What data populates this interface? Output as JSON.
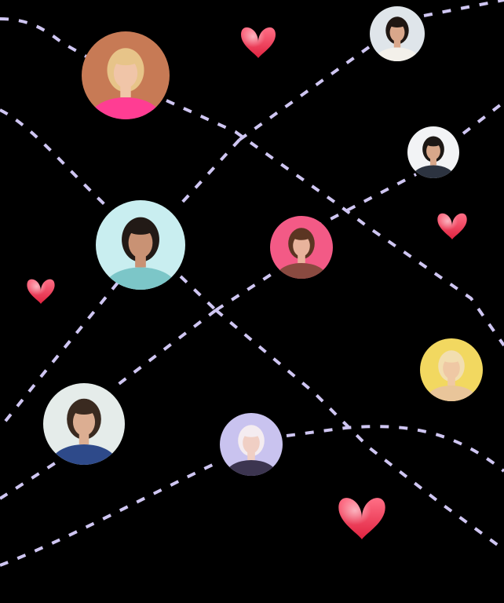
{
  "colors": {
    "background": "#000000",
    "connector_line": "#cfc6f2",
    "heart_top": "#ff6f86",
    "heart_bottom": "#e0223f"
  },
  "avatars": [
    {
      "name": "avatar-woman-blonde-phone",
      "icon": "person-photo",
      "bg": "#c77a55",
      "skin": "#f0c5a8",
      "hair": "#e7c489",
      "shirt": "#ff3d93"
    },
    {
      "name": "avatar-woman-curly-hair",
      "icon": "person-photo",
      "bg": "#dfe5ea",
      "skin": "#d9a78b",
      "hair": "#1f1612",
      "shirt": "#f3f0ea"
    },
    {
      "name": "avatar-man-dark-tank",
      "icon": "person-photo",
      "bg": "#f2f3f5",
      "skin": "#d8a78a",
      "hair": "#1c1714",
      "shirt": "#2c3340"
    },
    {
      "name": "avatar-man-glasses-beard",
      "icon": "person-photo",
      "bg": "#c9eef0",
      "skin": "#c99274",
      "hair": "#221a16",
      "shirt": "#7cc6c8"
    },
    {
      "name": "avatar-woman-pink-hat",
      "icon": "person-photo",
      "bg": "#f35a86",
      "skin": "#e8b39c",
      "hair": "#5b3522",
      "shirt": "#8a4a40"
    },
    {
      "name": "avatar-woman-sunglasses-yellow",
      "icon": "person-photo",
      "bg": "#f2d860",
      "skin": "#efc8a4",
      "hair": "#f2deb0",
      "shirt": "#e9c59a"
    },
    {
      "name": "avatar-man-suit",
      "icon": "person-photo",
      "bg": "#e5ecea",
      "skin": "#dcae92",
      "hair": "#3a2a20",
      "shirt": "#2e4a8a"
    },
    {
      "name": "avatar-woman-platinum-hair",
      "icon": "person-photo",
      "bg": "#c9c3ef",
      "skin": "#f0cfc4",
      "hair": "#f4ecf0",
      "shirt": "#3c3550"
    }
  ],
  "hearts": [
    {
      "name": "heart-icon-top"
    },
    {
      "name": "heart-icon-right"
    },
    {
      "name": "heart-icon-left"
    },
    {
      "name": "heart-icon-bottom"
    }
  ]
}
